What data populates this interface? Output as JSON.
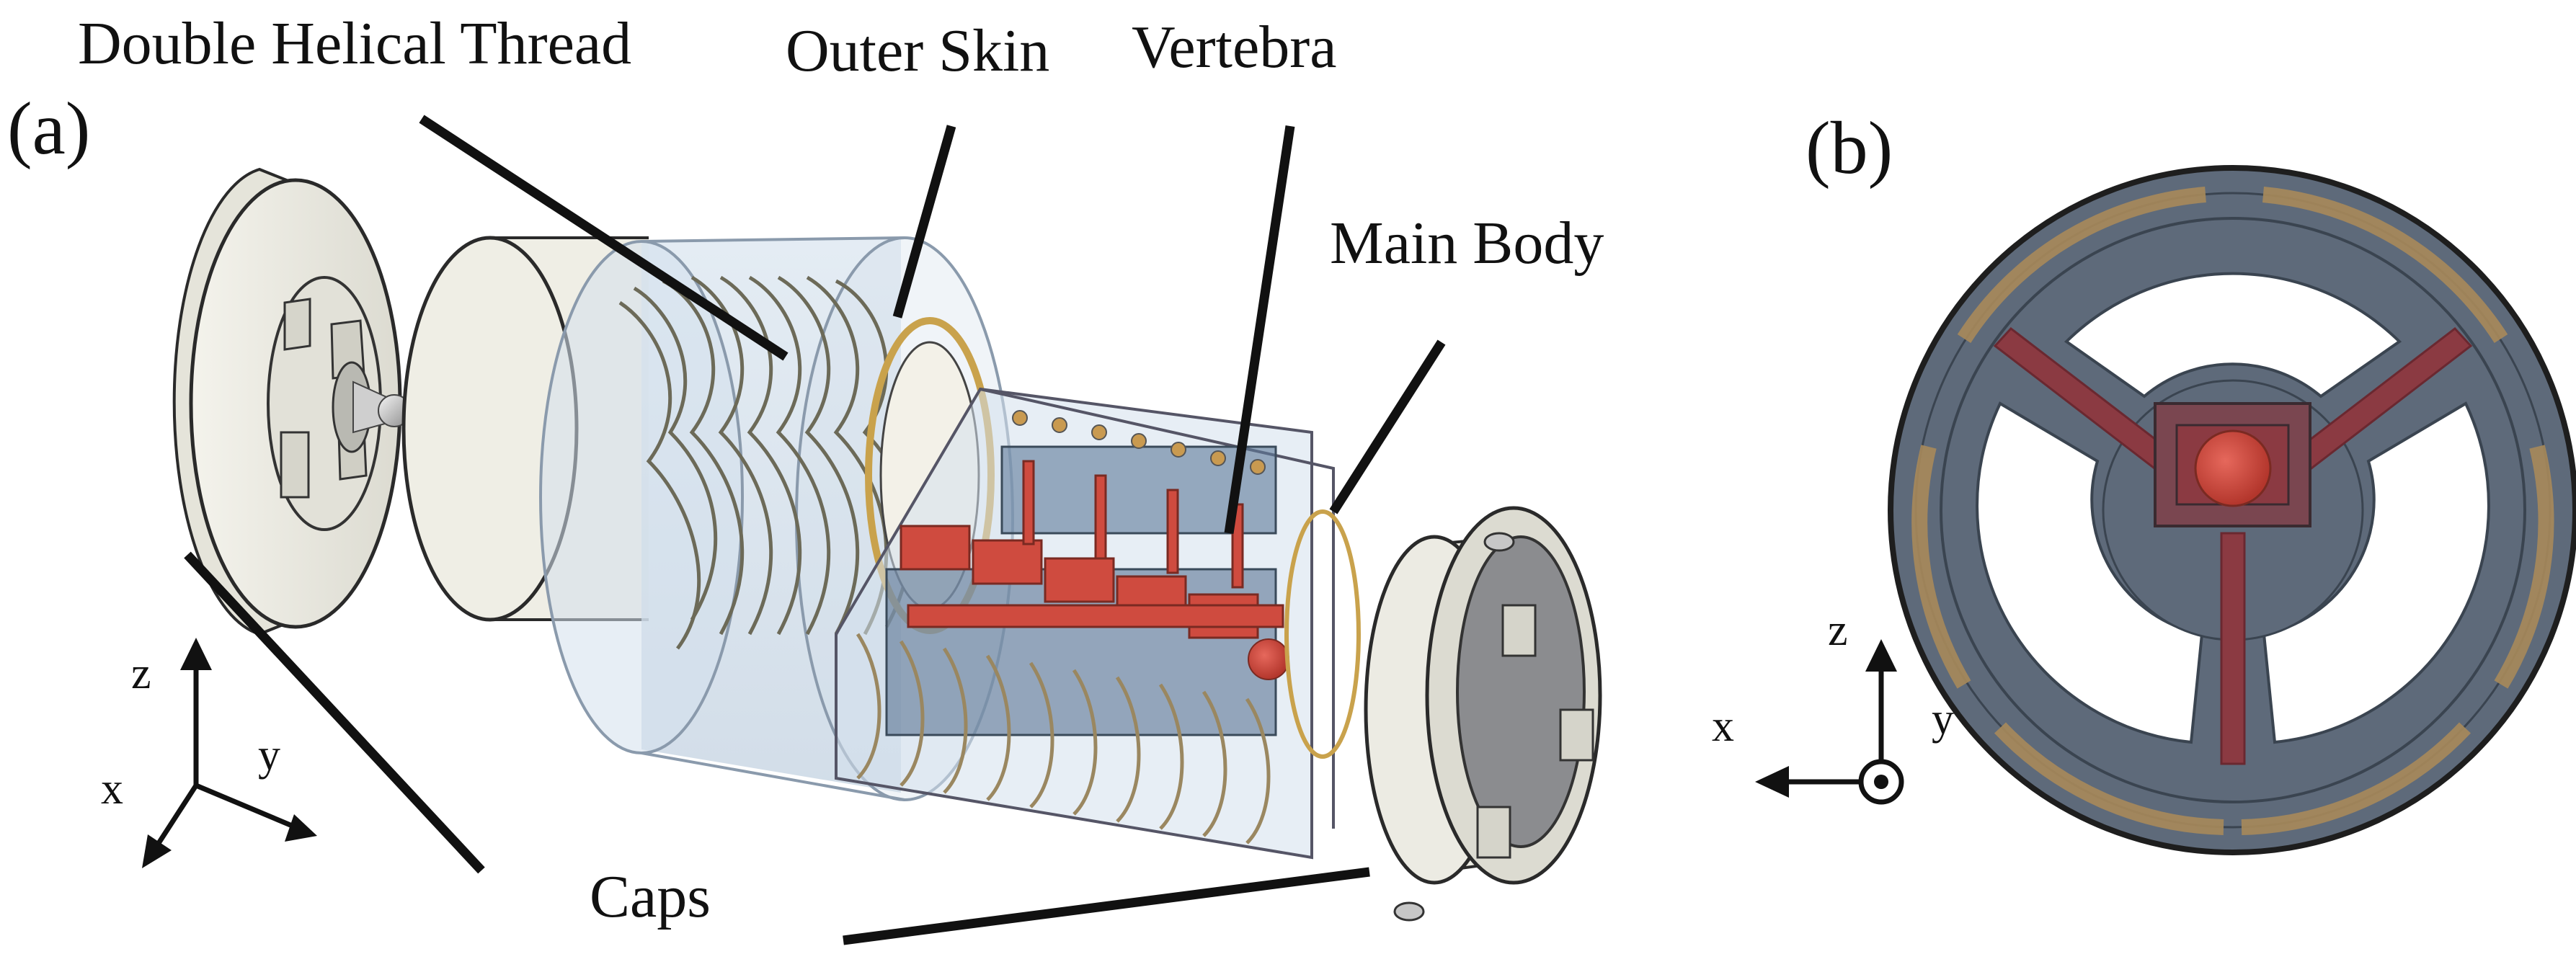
{
  "panels": {
    "a": "(a)",
    "b": "(b)"
  },
  "labels": {
    "double_helical_thread": "Double Helical Thread",
    "outer_skin": "Outer Skin",
    "vertebra": "Vertebra",
    "main_body": "Main Body",
    "caps": "Caps"
  },
  "axes_a": {
    "z": "z",
    "y": "y",
    "x": "x"
  },
  "axes_b": {
    "z": "z",
    "x": "x",
    "y": "y"
  },
  "colors": {
    "cap": "#ecebe3",
    "helix": "#6c6a58",
    "skin": "#cfdbe8",
    "vertebra": "#cf4b3f",
    "body": "#5e6a7a",
    "gold": "#b0915a"
  }
}
